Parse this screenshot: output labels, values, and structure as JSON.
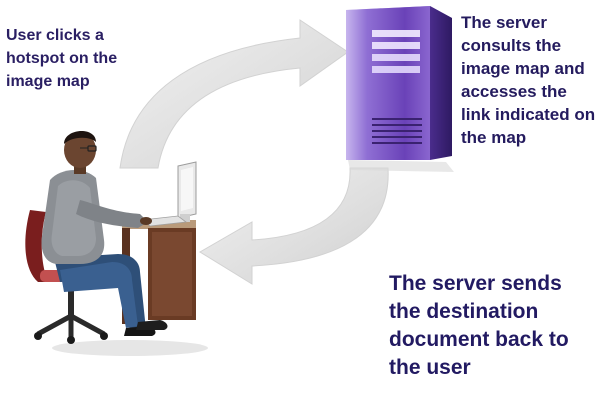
{
  "captions": {
    "user_clicks": "User clicks a\nhotspot on the\nimage map",
    "server_consults": "The server\nconsults the\nimage map and\naccesses the\nlink indicated on\nthe map",
    "server_sends": "The server sends\nthe destination\ndocument back to\nthe user"
  },
  "colors": {
    "caption_text": "#2a1f63",
    "arrow_fill": "#e4e4e4",
    "server_purple": "#6a42b8",
    "server_shadow": "#3a2270"
  },
  "icons": {
    "server": "server-tower-icon",
    "user": "user-at-computer-icon",
    "arrow_top": "curved-arrow-to-server-icon",
    "arrow_bottom": "curved-arrow-to-user-icon"
  }
}
